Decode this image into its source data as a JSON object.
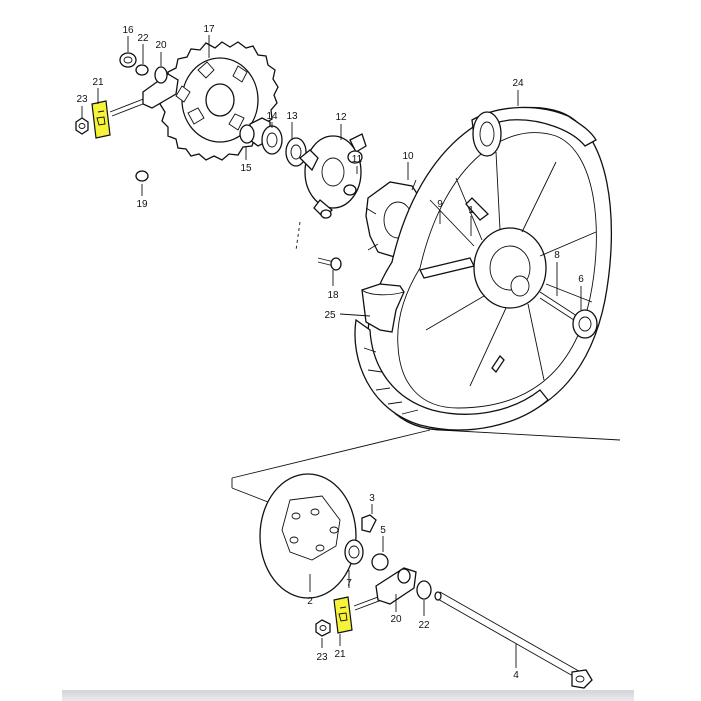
{
  "diagram": {
    "highlight_color": "#f7f23a",
    "callouts": [
      {
        "id": "c1",
        "text": "16"
      },
      {
        "id": "c2",
        "text": "22"
      },
      {
        "id": "c3",
        "text": "20"
      },
      {
        "id": "c4",
        "text": "17"
      },
      {
        "id": "c5",
        "text": "21"
      },
      {
        "id": "c6",
        "text": "23"
      },
      {
        "id": "c7",
        "text": "14"
      },
      {
        "id": "c8",
        "text": "13"
      },
      {
        "id": "c9",
        "text": "12"
      },
      {
        "id": "c10",
        "text": "15"
      },
      {
        "id": "c11",
        "text": "11"
      },
      {
        "id": "c12",
        "text": "10"
      },
      {
        "id": "c13",
        "text": "9"
      },
      {
        "id": "c14",
        "text": "19"
      },
      {
        "id": "c15",
        "text": "1"
      },
      {
        "id": "c16",
        "text": "24"
      },
      {
        "id": "c17",
        "text": "8"
      },
      {
        "id": "c18",
        "text": "6"
      },
      {
        "id": "c19",
        "text": "18"
      },
      {
        "id": "c20",
        "text": "25"
      },
      {
        "id": "c21",
        "text": "3"
      },
      {
        "id": "c22",
        "text": "5"
      },
      {
        "id": "c23",
        "text": "7"
      },
      {
        "id": "c24",
        "text": "2"
      },
      {
        "id": "c25",
        "text": "20"
      },
      {
        "id": "c26",
        "text": "22"
      },
      {
        "id": "c27",
        "text": "23"
      },
      {
        "id": "c28",
        "text": "21"
      },
      {
        "id": "c29",
        "text": "4"
      }
    ]
  }
}
